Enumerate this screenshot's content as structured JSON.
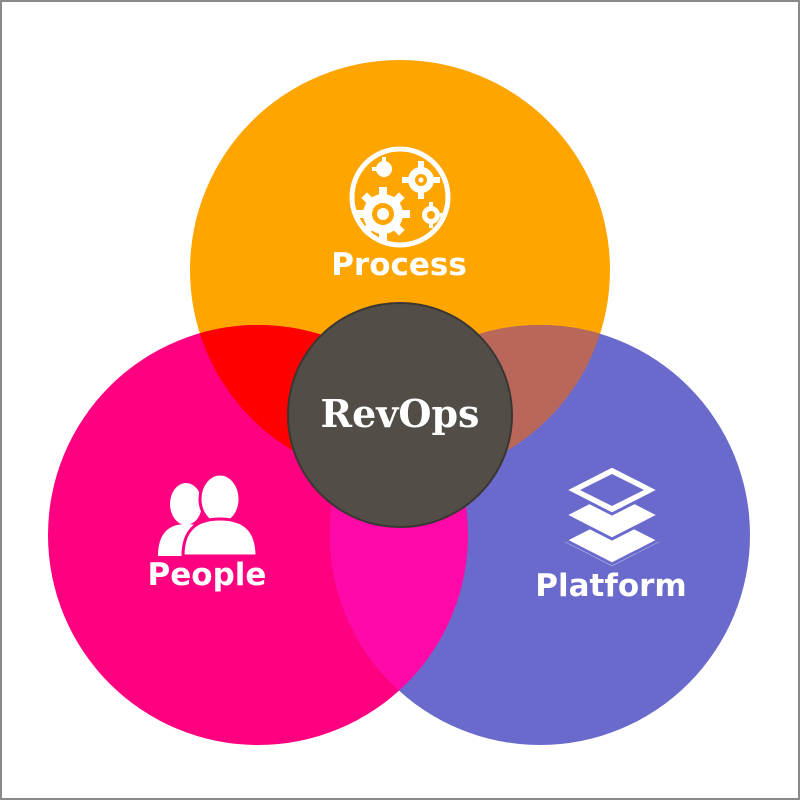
{
  "diagram": {
    "center": {
      "label": "RevOps",
      "color": "#524e47"
    },
    "circles": [
      {
        "id": "process",
        "label": "Process",
        "color": "#ffa500",
        "icon": "gears-icon"
      },
      {
        "id": "people",
        "label": "People",
        "color": "#ff0080",
        "icon": "people-icon"
      },
      {
        "id": "platform",
        "label": "Platform",
        "color": "#6a6acd",
        "icon": "layers-icon"
      }
    ],
    "overlaps": {
      "process_people": "#ff0000",
      "process_platform": "#b8675a",
      "people_platform": "#ff0aa8"
    }
  }
}
